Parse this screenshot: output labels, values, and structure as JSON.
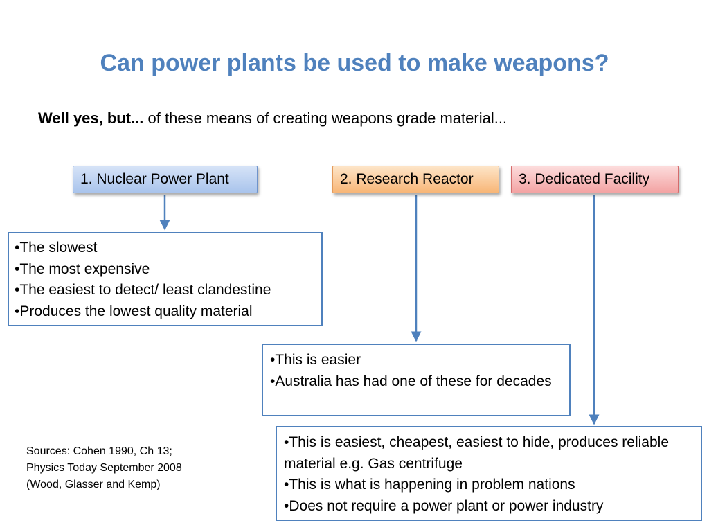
{
  "slide": {
    "title": "Can power plants be used to make weapons?",
    "subtitle_bold": "Well yes, but...",
    "subtitle_rest": " of these means of creating weapons grade material..."
  },
  "options": [
    {
      "label": "1. Nuclear Power Plant",
      "points": [
        "The slowest",
        "The most expensive",
        "The easiest to detect/ least clandestine",
        "Produces the lowest quality material"
      ]
    },
    {
      "label": "2. Research Reactor",
      "points": [
        "This is easier",
        "Australia has had one of these for decades"
      ]
    },
    {
      "label": "3. Dedicated Facility",
      "points": [
        "This is easiest, cheapest, easiest to hide, produces reliable material e.g. Gas centrifuge",
        "This is what is happening in problem nations",
        "Does not require a power plant or power industry"
      ]
    }
  ],
  "sources": [
    "Sources: Cohen 1990, Ch 13;",
    "Physics Today September 2008",
    "(Wood, Glasser and Kemp)"
  ],
  "colors": {
    "title": "#4f81bd",
    "connector": "#4f81bd",
    "box_border": "#4f81bd",
    "option1_fill": "#b4ccef",
    "option2_fill": "#f9c08c",
    "option3_fill": "#f5b0b0"
  }
}
